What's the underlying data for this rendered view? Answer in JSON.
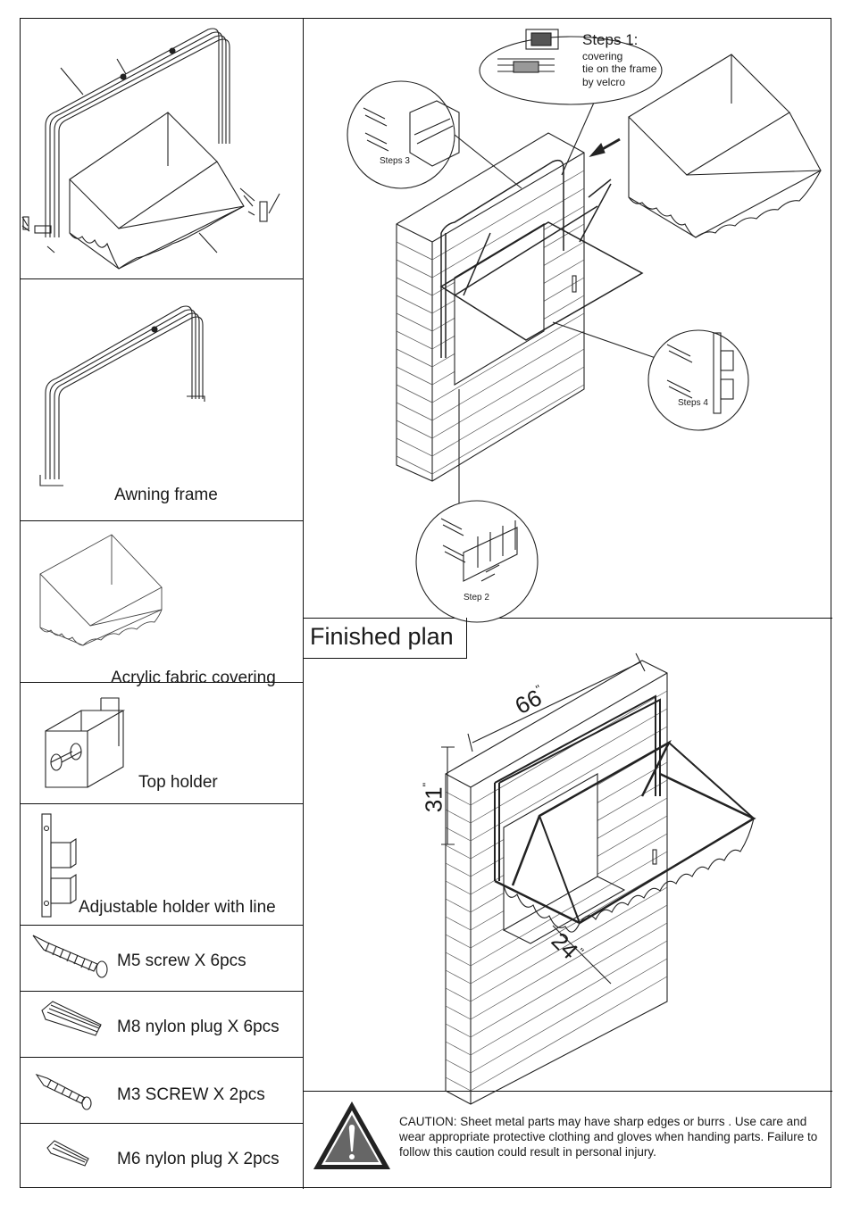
{
  "parts": {
    "frame_label": "Awning frame",
    "covering_label": "Acrylic fabric covering",
    "top_holder_label": "Top holder",
    "adjustable_holder_label": "Adjustable holder with line",
    "m5_label": "M5 screw X 6pcs",
    "m8_label": "M8 nylon plug X 6pcs",
    "m3_label": "M3 SCREW X 2pcs",
    "m6_label": "M6 nylon plug X 2pcs"
  },
  "steps": {
    "step1_title": "Steps 1:",
    "step1_line1": "covering",
    "step1_line2": "tie on the frame",
    "step1_line3": "by velcro",
    "step2": "Step 2",
    "step3": "Steps 3",
    "step4": "Steps 4"
  },
  "finished": {
    "title": "Finished plan",
    "dim_width": "66",
    "dim_height": "31",
    "dim_depth": "24",
    "inch_mark": "\""
  },
  "caution": {
    "text": "CAUTION: Sheet metal parts may have sharp edges or burrs . Use care and wear appropriate protective clothing and gloves when handing parts. Failure to follow this caution could result in personal injury."
  }
}
